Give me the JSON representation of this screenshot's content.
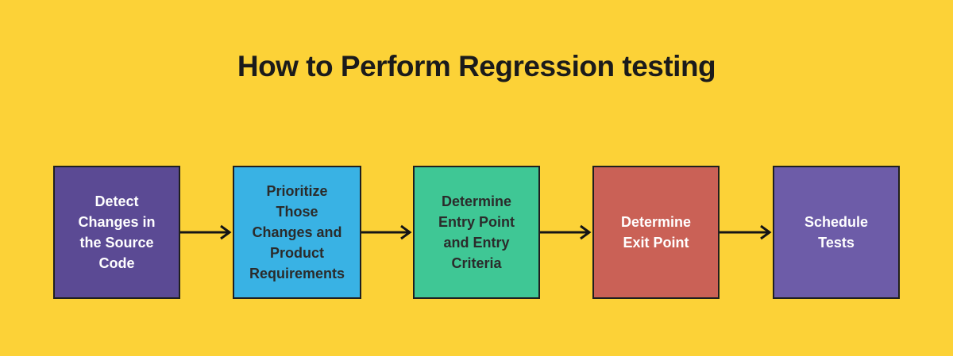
{
  "title": "How to Perform Regression testing",
  "flow": {
    "steps": [
      {
        "label": "Detect\nChanges in\nthe Source\nCode",
        "bg": "#5B4A94",
        "fg": "#FFFFFF"
      },
      {
        "label": "Prioritize\nThose\nChanges and\nProduct\nRequirements",
        "bg": "#39B2E4",
        "fg": "#2B2B2B"
      },
      {
        "label": "Determine\nEntry Point\nand Entry\nCriteria",
        "bg": "#3FC795",
        "fg": "#2B2B2B"
      },
      {
        "label": "Determine\nExit Point",
        "bg": "#CA6156",
        "fg": "#FFFFFF"
      },
      {
        "label": "Schedule\nTests",
        "bg": "#6D5CA8",
        "fg": "#FFFFFF"
      }
    ]
  },
  "colors": {
    "background": "#FCD237",
    "box_border": "#1F1F1F",
    "arrow": "#151515",
    "title_text": "#1B1B1B"
  }
}
